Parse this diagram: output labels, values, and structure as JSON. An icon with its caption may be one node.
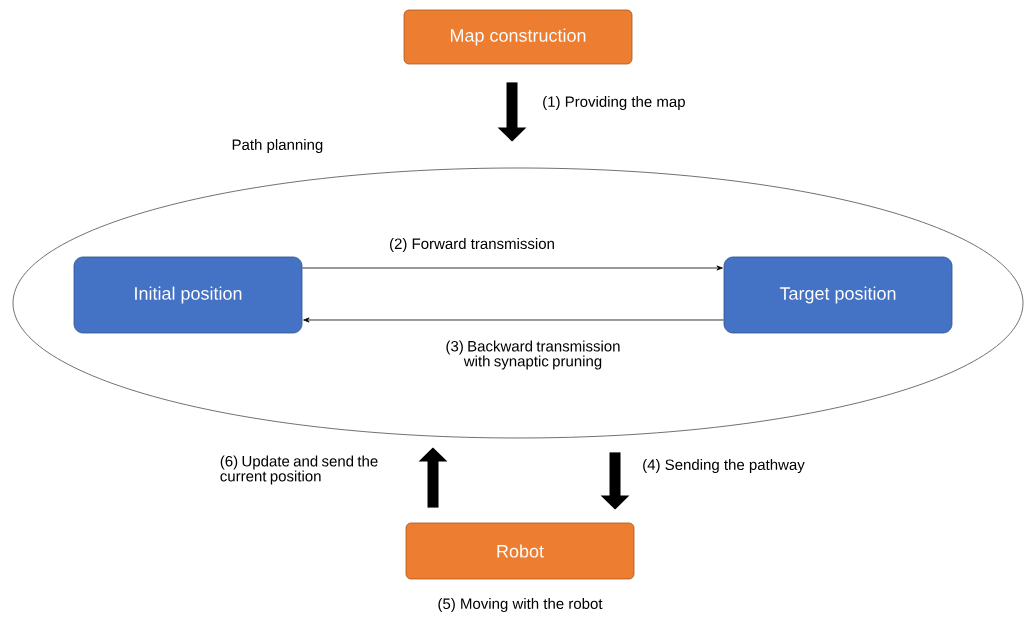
{
  "diagram": {
    "nodes": [
      {
        "text": [
          "Map construction"
        ]
      },
      {
        "text": [
          "Path planning"
        ]
      },
      {
        "text": [
          "Initial position"
        ],
        "in": 1
      },
      {
        "text": [
          "Target position"
        ],
        "in": 1
      },
      {
        "text": [
          "Robot"
        ],
        "beside": [
          "(5) Moving with the robot"
        ]
      }
    ],
    "edges": [
      {
        "from": 0,
        "to": 1,
        "arrow": "to",
        "label": "(1) Providing the map"
      },
      {
        "from": 2,
        "to": 3,
        "arrow": "to",
        "label": "(2) Forward transmission"
      },
      {
        "from": 3,
        "to": 2,
        "arrow": "to",
        "label": "(3) Backward transmission with synaptic pruning"
      },
      {
        "from": 1,
        "to": 4,
        "arrow": "to",
        "label": "(4) Sending the pathway"
      },
      {
        "from": 4,
        "to": 1,
        "arrow": "to",
        "label": "(6) Update and send the current position"
      }
    ]
  }
}
